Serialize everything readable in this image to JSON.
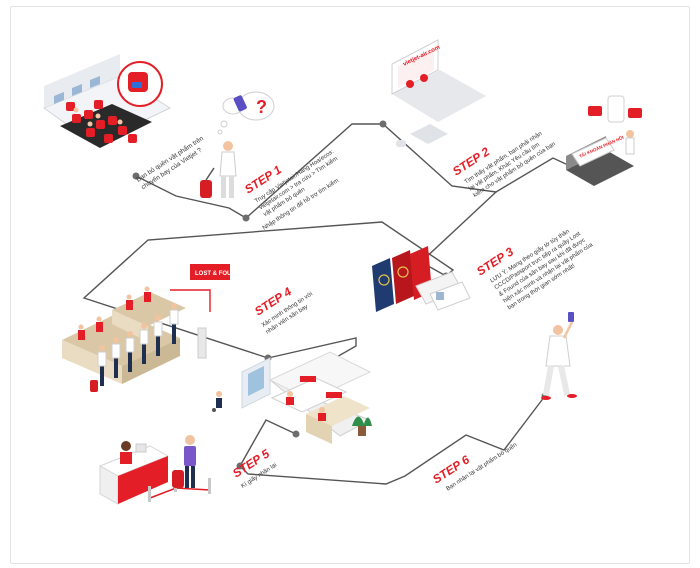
{
  "colors": {
    "accent": "#e41e26",
    "line": "#555555",
    "node": "#6d6d6d",
    "navy": "#1f3b6f",
    "shirt": "#7a57c8"
  },
  "intro": {
    "line1": "Bạn bỏ quên vật phẩm trên",
    "line2": "chuyến bay của Vietjet ?"
  },
  "steps": [
    {
      "title": "STEP 1",
      "lines": [
        "Truy cập Vietjetair/Hang Hoa/ecos:",
        "vietjetair.com > tra cứu > Tìm kiếm",
        "vật phẩm bỏ quên"
      ],
      "extra": "Nhập thông tin để hỗ trợ tìm kiếm"
    },
    {
      "title": "STEP 2",
      "lines": [
        "Tìm thấy vật phẩm, bạn phải nhận",
        "lại vật phẩm, Khác Yêu cầu tìm",
        "kiếm cho vật phẩm bỏ quên của bạn"
      ]
    },
    {
      "title": "STEP 3",
      "lines": [
        "LƯU Ý: Mang theo giấy tờ tùy thân",
        "CCCD/Passport trực tiếp ra quầy Lost",
        "& Found của sân bay sau khi đã được",
        "hiện xác minh và nhận lại vật phẩm của",
        "bạn trong thời gian sớm nhất!"
      ]
    },
    {
      "title": "STEP 4",
      "lines": [
        "Xác minh thông tin với",
        "nhân viên sân bay"
      ]
    },
    {
      "title": "STEP 5",
      "lines": [
        "Kí giấy nhận lại"
      ]
    },
    {
      "title": "STEP 6",
      "lines": [
        "Bạn nhận lại vật phẩm bỏ quên"
      ]
    }
  ],
  "signs": {
    "lost_found": "LOST & FOUND",
    "website": "vietjet-air.com",
    "form": "TÀI KHOẢN PHẢN HỒI"
  },
  "icons": {
    "question": "?"
  }
}
